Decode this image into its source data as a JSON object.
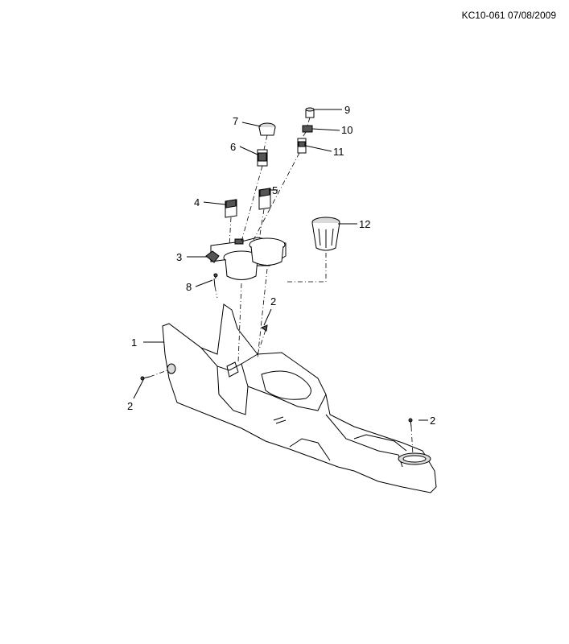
{
  "header": {
    "code": "KC10-061 07/08/2009"
  },
  "callouts": [
    {
      "id": "1",
      "text": "1"
    },
    {
      "id": "2a",
      "text": "2"
    },
    {
      "id": "2b",
      "text": "2"
    },
    {
      "id": "2c",
      "text": "2"
    },
    {
      "id": "3",
      "text": "3"
    },
    {
      "id": "4",
      "text": "4"
    },
    {
      "id": "5",
      "text": "5"
    },
    {
      "id": "6",
      "text": "6"
    },
    {
      "id": "7",
      "text": "7"
    },
    {
      "id": "8",
      "text": "8"
    },
    {
      "id": "9",
      "text": "9"
    },
    {
      "id": "10",
      "text": "10"
    },
    {
      "id": "11",
      "text": "11"
    },
    {
      "id": "12",
      "text": "12"
    }
  ]
}
